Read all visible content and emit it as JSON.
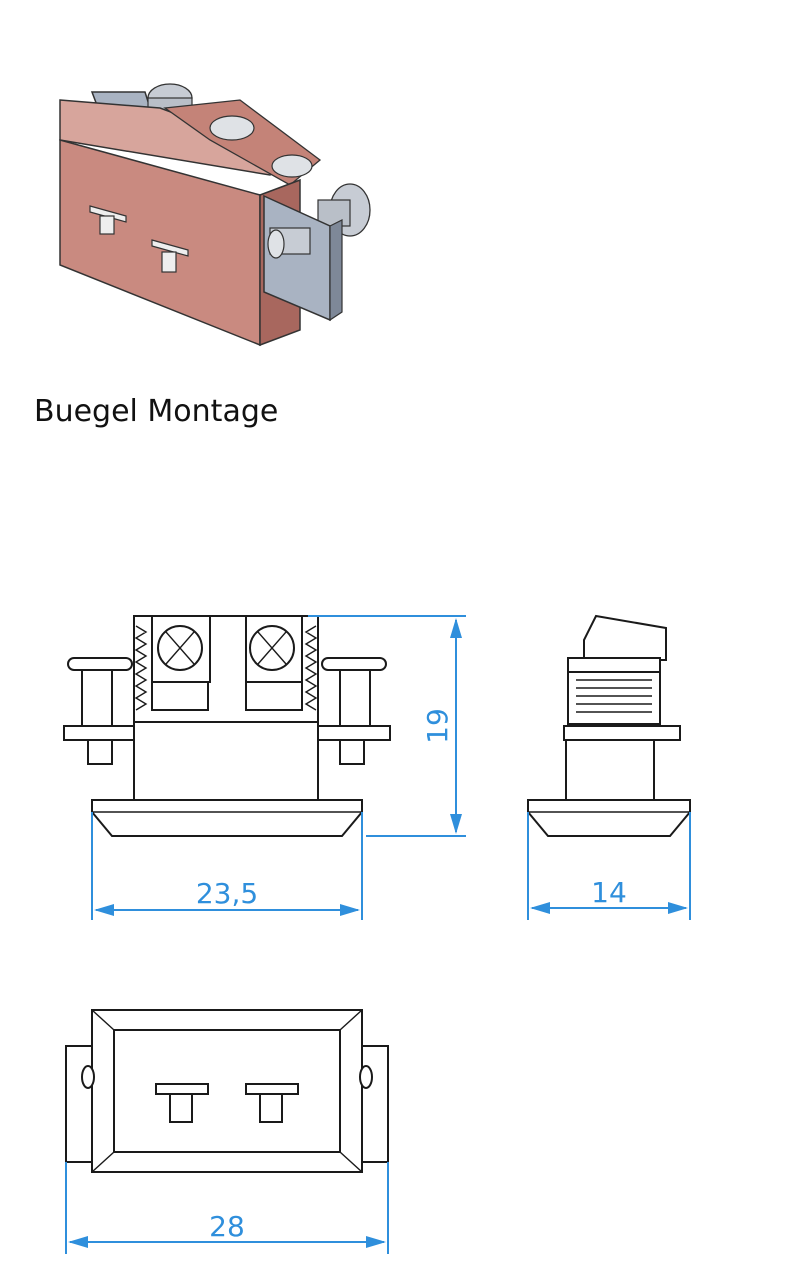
{
  "caption": "Buegel Montage",
  "dimensions": {
    "height": "19",
    "front_width": "23,5",
    "side_width": "14",
    "total_width": "28"
  },
  "colors": {
    "dimension": "#2f8fdc",
    "body_3d": "#c98a80",
    "bracket_3d": "#9aa6b6",
    "line": "#1a1a1a"
  }
}
